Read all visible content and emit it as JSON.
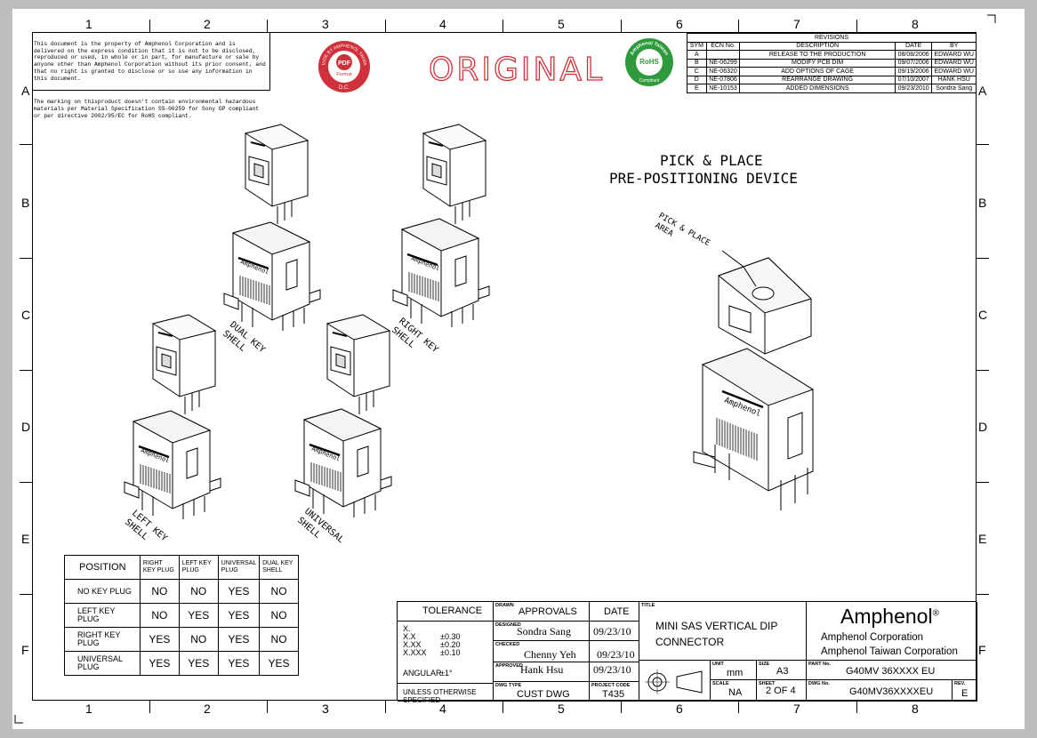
{
  "grid": {
    "columns": [
      "1",
      "2",
      "3",
      "4",
      "5",
      "6",
      "7",
      "8"
    ],
    "rows": [
      "A",
      "B",
      "C",
      "D",
      "E",
      "F"
    ]
  },
  "notice": {
    "confidential": "This document is the property of Amphenol Corporation and is delivered on the express condition that it is not to be disclosed, reproduced or used, in whole or in part, for manufacture or sale by anyone other than Amphenol Corporation without its prior consent, and that no right is granted to disclose or so use any information in this document.",
    "environmental": "The marking on thisproduct doesn't contain environmental hazardous materials per Material Specification SS-00259 for Sony GP compliant or per directive 2002/95/EC for RoHS compliant."
  },
  "stamps": {
    "pdf_ring": "GUIDE BY AMPHENOL TAIWAN",
    "pdf_center": "PDF",
    "pdf_sub": "Format",
    "pdf_bottom": "D.C.",
    "rohs_ring": "Amphenol Taiwan",
    "rohs_center": "RoHS",
    "rohs_sub": "Compliant",
    "original": "ORIGINAL"
  },
  "revisions": {
    "title": "REVISIONS",
    "headers": [
      "SYM",
      "ECN No.",
      "DESCRIPTION",
      "DATE",
      "BY"
    ],
    "rows": [
      [
        "A",
        "",
        "RELEASE TO THE PRODUCTION",
        "08/08/2006",
        "EDWARD WU"
      ],
      [
        "B",
        "NE-06299",
        "MODIFY PCB DIM",
        "09/07/2006",
        "EDWARD WU"
      ],
      [
        "C",
        "NE-06320",
        "ADD OPTIONS OF CAGE",
        "09/19/2006",
        "EDWARD WU"
      ],
      [
        "D",
        "NE-07806",
        "REARRANGE DRAWING",
        "07/10/2007",
        "HANK HSU"
      ],
      [
        "E",
        "NE-10153",
        "ADDED DIMENSIONS",
        "09/23/2010",
        "Sondra Sang"
      ]
    ]
  },
  "drawing": {
    "device_title_1": "PICK & PLACE",
    "device_title_2": "PRE-POSITIONING DEVICE",
    "callout_1": "PICK & PLACE",
    "callout_2": "AREA",
    "views": [
      {
        "label_1": "DUAL KEY",
        "label_2": "SHELL"
      },
      {
        "label_1": "RIGHT KEY",
        "label_2": "SHELL"
      },
      {
        "label_1": "LEFT KEY",
        "label_2": "SHELL"
      },
      {
        "label_1": "UNIVERSAL",
        "label_2": "SHELL"
      }
    ],
    "brand_mark": "Amphenol"
  },
  "position_table": {
    "headers": [
      "POSITION",
      "RIGHT KEY PLUG",
      "LEFT KEY PLUG",
      "UNIVERSAL PLUG",
      "DUAL KEY SHELL"
    ],
    "rows": [
      {
        "name": "NO KEY PLUG",
        "values": [
          "NO",
          "NO",
          "YES",
          "NO"
        ]
      },
      {
        "name": "LEFT KEY PLUG",
        "values": [
          "NO",
          "YES",
          "YES",
          "NO"
        ]
      },
      {
        "name": "RIGHT KEY PLUG",
        "values": [
          "YES",
          "NO",
          "YES",
          "NO"
        ]
      },
      {
        "name": "UNIVERSAL PLUG",
        "values": [
          "YES",
          "YES",
          "YES",
          "YES"
        ]
      }
    ]
  },
  "title_block": {
    "tolerance_label": "TOLERANCE",
    "tol_x": "X.",
    "tol_xx": "X.X",
    "tol_xx_val": "±0.30",
    "tol_xxx": "X.XX",
    "tol_xxx_val": "±0.20",
    "tol_xxxx": "X.XXX",
    "tol_xxxx_val": "±0.10",
    "angular": "ANGULAR",
    "angular_val": "±1°",
    "unless": "UNLESS OTHERWISE SPECIFIED",
    "drawn_label": "DRAWN",
    "approvals": "APPROVALS",
    "date_label": "DATE",
    "designed_label": "DESIGNED",
    "designed_by": "Sondra Sang",
    "designed_date": "09/23/10",
    "checked_label": "CHECKED",
    "checked_by": "Chenny Yeh",
    "checked_date": "09/23/10",
    "approved_label": "APPROVED",
    "approved_by": "Hank Hsu",
    "approved_date": "09/23/10",
    "dwg_type_label": "DWG TYPE",
    "dwg_type": "CUST DWG",
    "project_code_label": "PROJECT CODE",
    "project_code": "T435",
    "title_label": "TITLE",
    "title_1": "MINI SAS VERTICAL DIP",
    "title_2": "CONNECTOR",
    "company": "Amphenol",
    "registered": "®",
    "corp_1": "Amphenol Corporation",
    "corp_2": "Amphenol Taiwan Corporation",
    "unit_label": "UNIT",
    "unit": "mm",
    "size_label": "SIZE",
    "size": "A3",
    "part_label": "PART No.",
    "part_no": "G40MV 36XXXX EU",
    "scale_label": "SCALE",
    "scale": "NA",
    "sheet_label": "SHEET",
    "sheet": "2 OF 4",
    "dwg_no_label": "DWG No.",
    "dwg_no": "G40MV36XXXXEU",
    "rev_label": "REV.",
    "rev": "E"
  }
}
